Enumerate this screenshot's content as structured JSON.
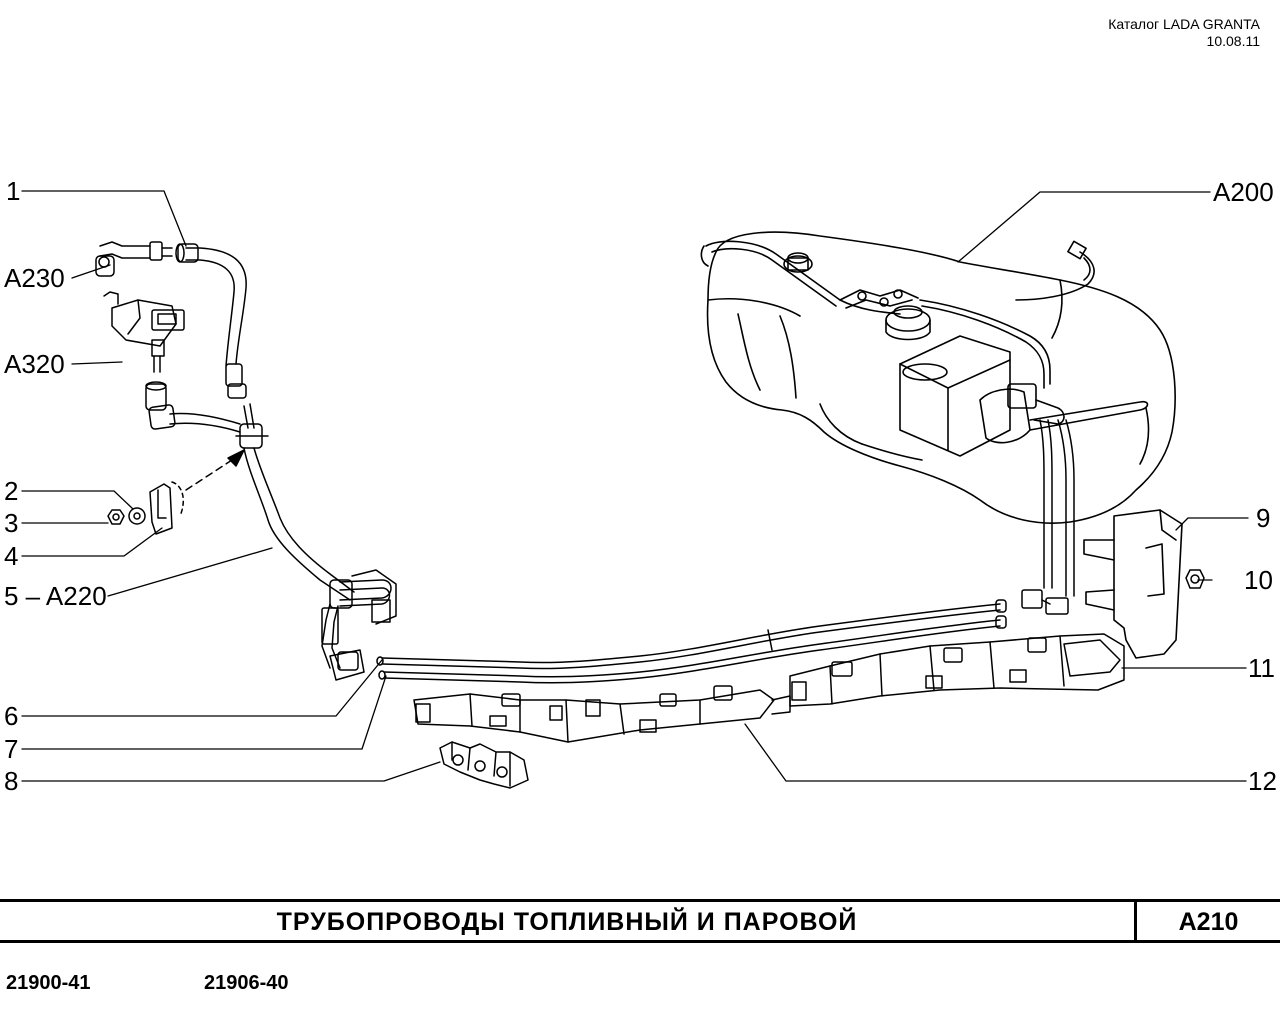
{
  "header": {
    "catalog": "Каталог LADA  GRANTA",
    "date": "10.08.11"
  },
  "callouts": {
    "c1": "1",
    "c2": "2",
    "c3": "3",
    "c4": "4",
    "c5": "5 – A220",
    "c6": "6",
    "c7": "7",
    "c8": "8",
    "c9": "9",
    "c10": "10",
    "c11": "11",
    "c12": "12",
    "a200": "A200",
    "a230": "A230",
    "a320": "A320"
  },
  "title": {
    "text": "ТРУБОПРОВОДЫ  ТОПЛИВНЫЙ  И  ПАРОВОЙ",
    "code": "A210"
  },
  "models": [
    "21900-41",
    "21906-40"
  ]
}
